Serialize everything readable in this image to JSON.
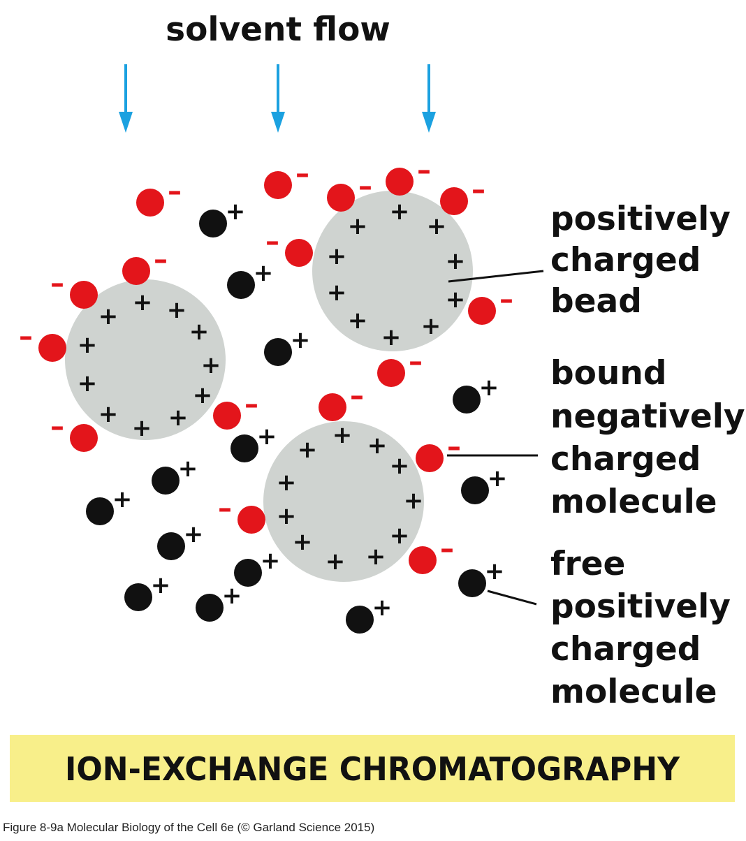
{
  "title": "solvent flow",
  "labels": {
    "bead": [
      "positively",
      "charged",
      "bead"
    ],
    "bound": [
      "bound",
      "negatively",
      "charged",
      "molecule"
    ],
    "free": [
      "free",
      "positively",
      "charged",
      "molecule"
    ]
  },
  "banner": "ION-EXCHANGE CHROMATOGRAPHY",
  "credit": "Figure 8-9a  Molecular Biology of the Cell 6e (© Garland Science 2015)",
  "symbols": {
    "plus": "+",
    "minus": "–"
  },
  "colors": {
    "bead": "#cfd3d0",
    "negative_molecule": "#e3151b",
    "positive_molecule": "#111111",
    "arrow": "#1ba1e0",
    "banner": "#f8ef8a"
  }
}
